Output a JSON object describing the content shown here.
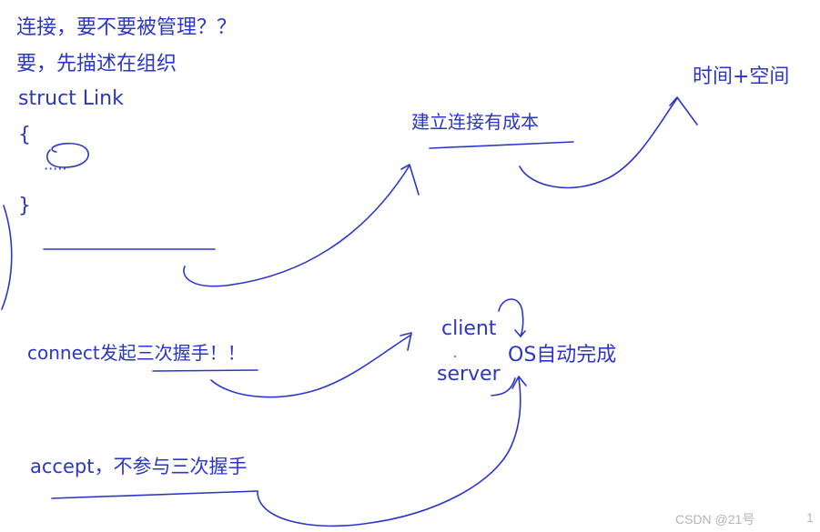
{
  "notes": {
    "line1": "连接，要不要被管理？？",
    "line2": "要，先描述在组织",
    "struct_decl": "struct  Link",
    "brace_open": "{",
    "ellipsis": "·····",
    "brace_close": "}"
  },
  "cost": {
    "label": "建立连接有成本",
    "result": "时间+空间"
  },
  "handshake": {
    "connect_label": "connect发起三次握手！！",
    "client": "client",
    "server": "server",
    "os_label": "OS自动完成",
    "accept_label": "accept，不参与三次握手"
  },
  "watermark": {
    "text": "CSDN @21号",
    "page_number": "1"
  }
}
